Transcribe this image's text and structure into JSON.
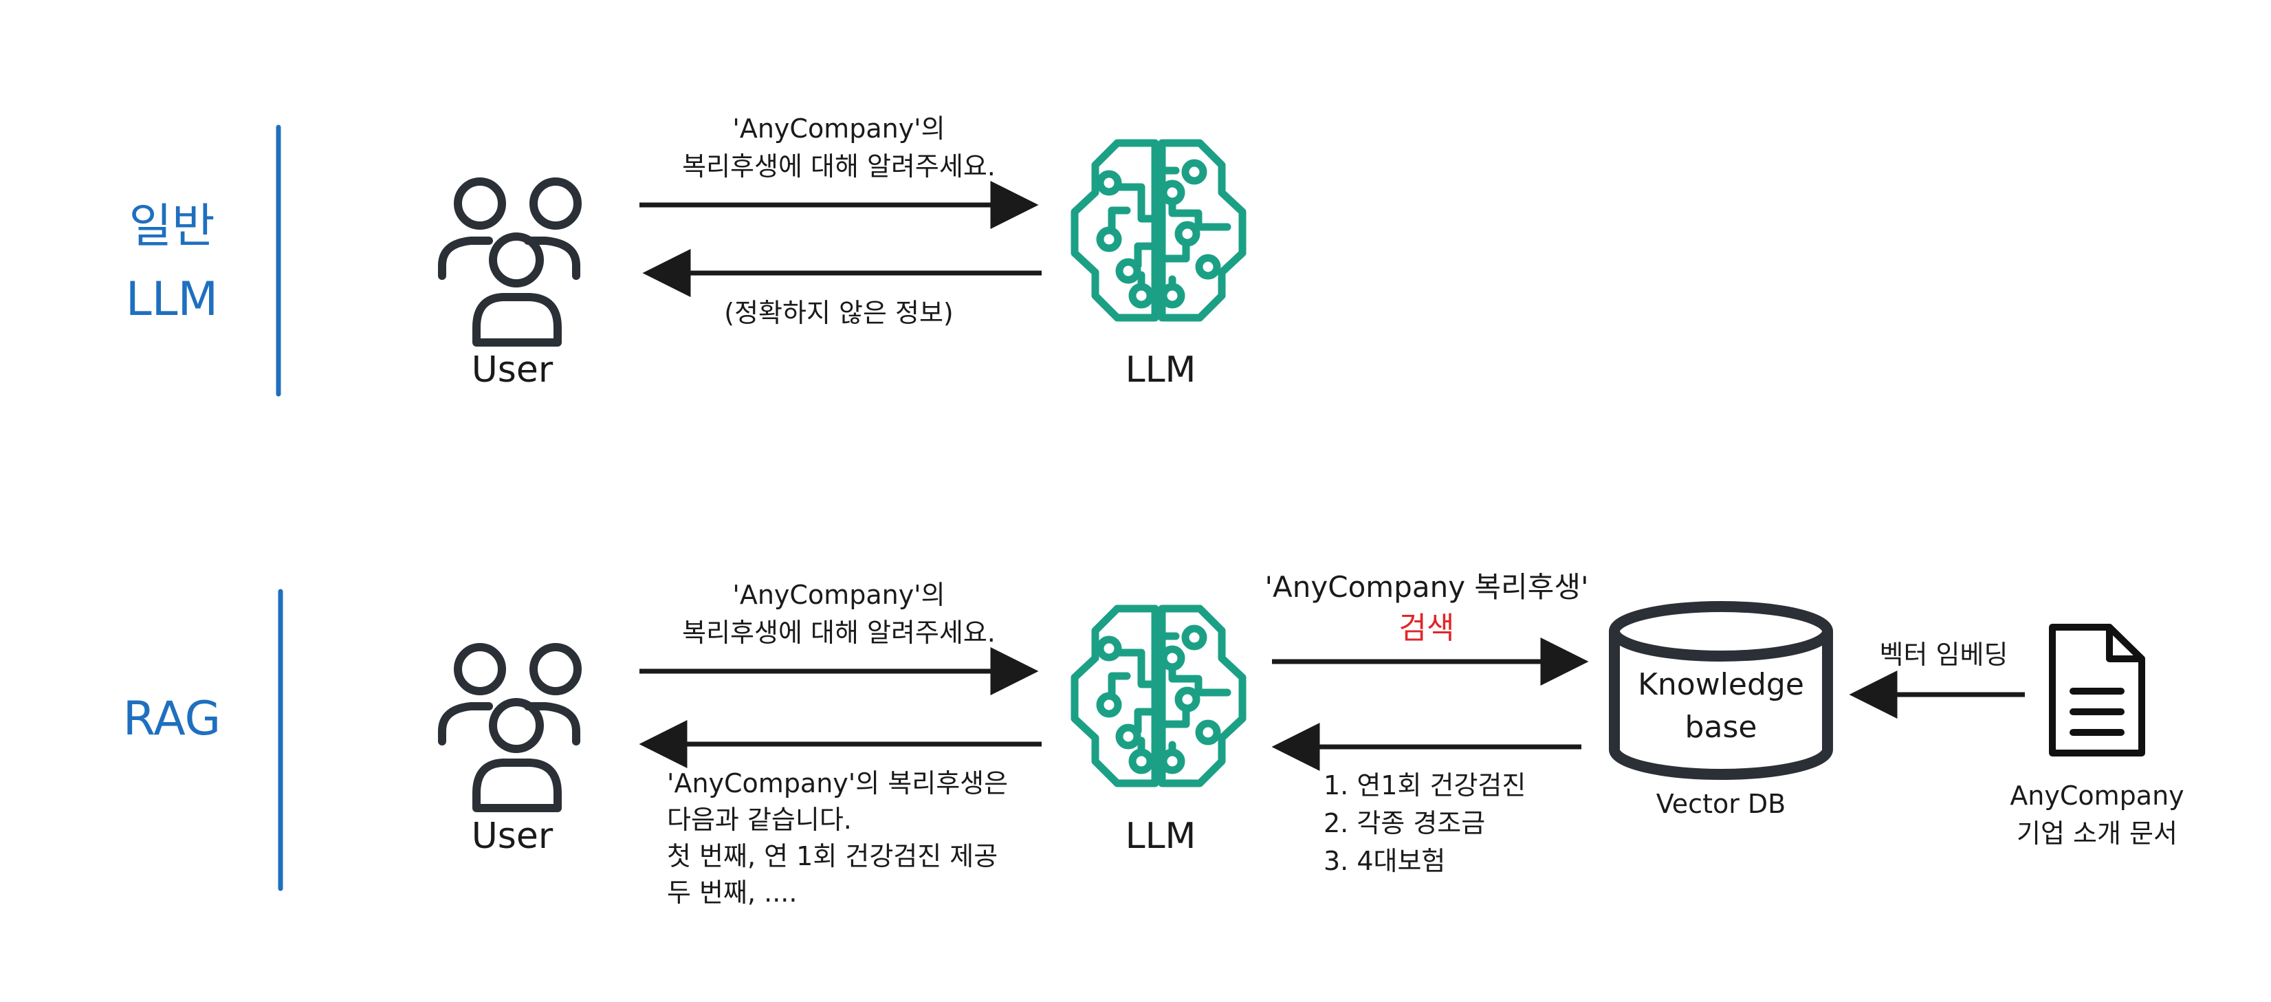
{
  "colors": {
    "section_label": "#1f6fbf",
    "divider": "#1f6fbf",
    "llm_icon": "#1ba086",
    "user_icon": "#2b2f36",
    "arrow": "#1a1a1a",
    "search_highlight": "#e0262a"
  },
  "icons": {
    "user": "users-group-icon",
    "llm": "brain-circuit-icon",
    "knowledge_base": "database-cylinder-icon",
    "document": "document-icon"
  },
  "general": {
    "section_line1": "일반",
    "section_line2": "LLM",
    "user_label": "User",
    "llm_label": "LLM",
    "question_line1": "'AnyCompany'의",
    "question_line2": "복리후생에 대해 알려주세요.",
    "answer": "(정확하지 않은 정보)"
  },
  "rag": {
    "section_label": "RAG",
    "user_label": "User",
    "llm_label": "LLM",
    "question_line1": "'AnyCompany'의",
    "question_line2": "복리후생에 대해 알려주세요.",
    "answer_lines": [
      "'AnyCompany'의 복리후생은",
      "다음과 같습니다.",
      "첫 번째, 연 1회 건강검진 제공",
      "두 번째, ...."
    ],
    "search_query": "'AnyCompany 복리후생'",
    "search_word": "검색",
    "results": [
      "1. 연1회 건강검진",
      "2. 각종 경조금",
      "3. 4대보험"
    ],
    "kb_line1": "Knowledge",
    "kb_line2": "base",
    "vector_db_label": "Vector DB",
    "embedding_label": "벡터 임베딩",
    "doc_line1": "AnyCompany",
    "doc_line2": "기업 소개 문서"
  }
}
